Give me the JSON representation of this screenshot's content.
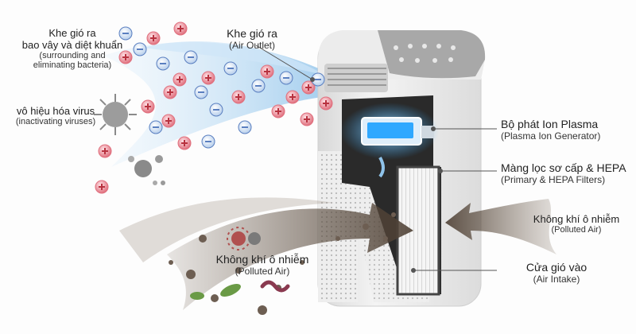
{
  "labels": {
    "outlet_top": {
      "vi": "Khe gió ra",
      "en": "(Air Outlet)"
    },
    "outlet_left": {
      "vi_1": "Khe gió ra",
      "vi_2": "bao vây và diệt khuẩn",
      "en_1": "(surrounding and",
      "en_2": "eliminating bacteria)"
    },
    "virus": {
      "vi": "vô hiệu hóa virus",
      "en": "(inactivating viruses)"
    },
    "ion": {
      "vi": "Bộ phát Ion Plasma",
      "en": "(Plasma Ion Generator)"
    },
    "filter": {
      "vi": "Màng lọc sơ cấp & HEPA",
      "en": "(Primary & HEPA Filters)"
    },
    "polluted_right": {
      "vi": "Không khí ô nhiễm",
      "en": "(Polluted Air)"
    },
    "polluted_left": {
      "vi": "Không khí ô nhiễm",
      "en": "(Polluted Air)"
    },
    "intake": {
      "vi": "Cửa gió vào",
      "en": "(Air Intake)"
    }
  },
  "colors": {
    "ion_positive": "#e0707e",
    "ion_negative": "#5a7fc0",
    "airflow_clean": "#8fc3ea",
    "airflow_polluted": "#6b5a4a",
    "device_body": "#e9e9e9",
    "device_top": "#a8a8a8",
    "plasma_glow": "#2fa8ff"
  }
}
